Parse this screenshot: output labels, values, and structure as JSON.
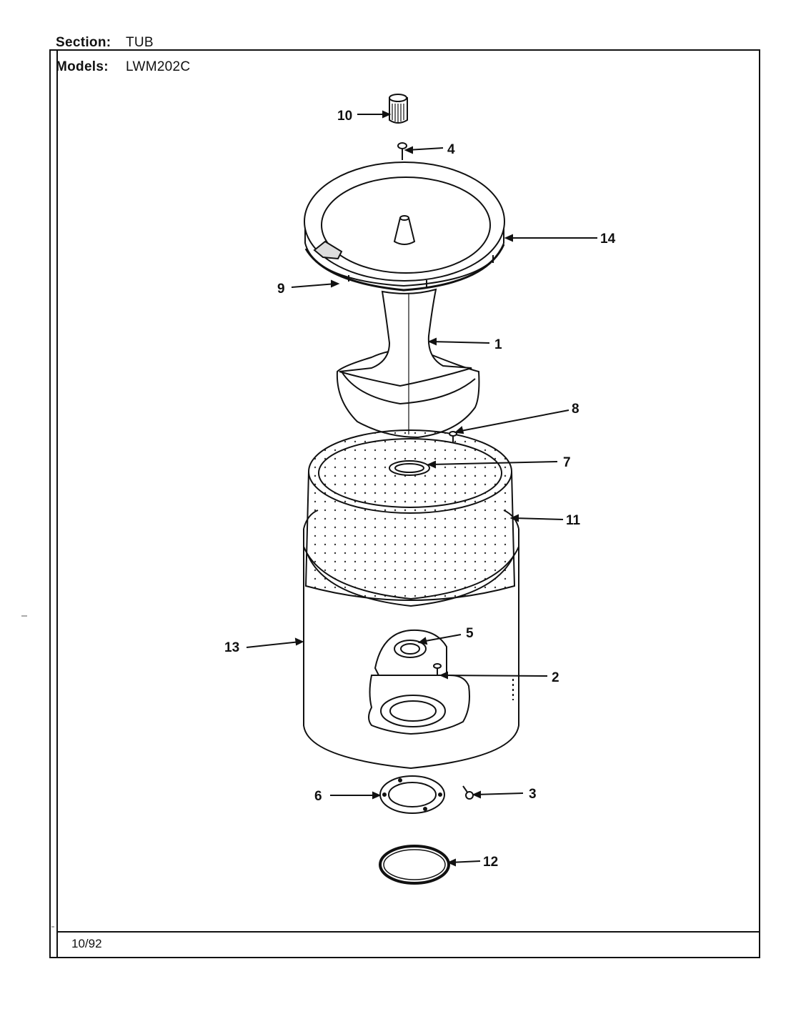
{
  "header": {
    "section_label": "Section:",
    "section_value": "TUB",
    "models_label": "Models:",
    "models_value": "LWM202C"
  },
  "footer": {
    "date": "10/92"
  },
  "parts": [
    {
      "num": "10",
      "name": "knob"
    },
    {
      "num": "4",
      "name": "screw"
    },
    {
      "num": "14",
      "name": "tub-ring"
    },
    {
      "num": "9",
      "name": "gasket"
    },
    {
      "num": "1",
      "name": "agitator"
    },
    {
      "num": "8",
      "name": "screw"
    },
    {
      "num": "7",
      "name": "hub-seal"
    },
    {
      "num": "11",
      "name": "spin-basket"
    },
    {
      "num": "5",
      "name": "bearing"
    },
    {
      "num": "13",
      "name": "outer-tub"
    },
    {
      "num": "2",
      "name": "screw"
    },
    {
      "num": "6",
      "name": "flange-plate"
    },
    {
      "num": "3",
      "name": "bolt"
    },
    {
      "num": "12",
      "name": "o-ring"
    }
  ]
}
